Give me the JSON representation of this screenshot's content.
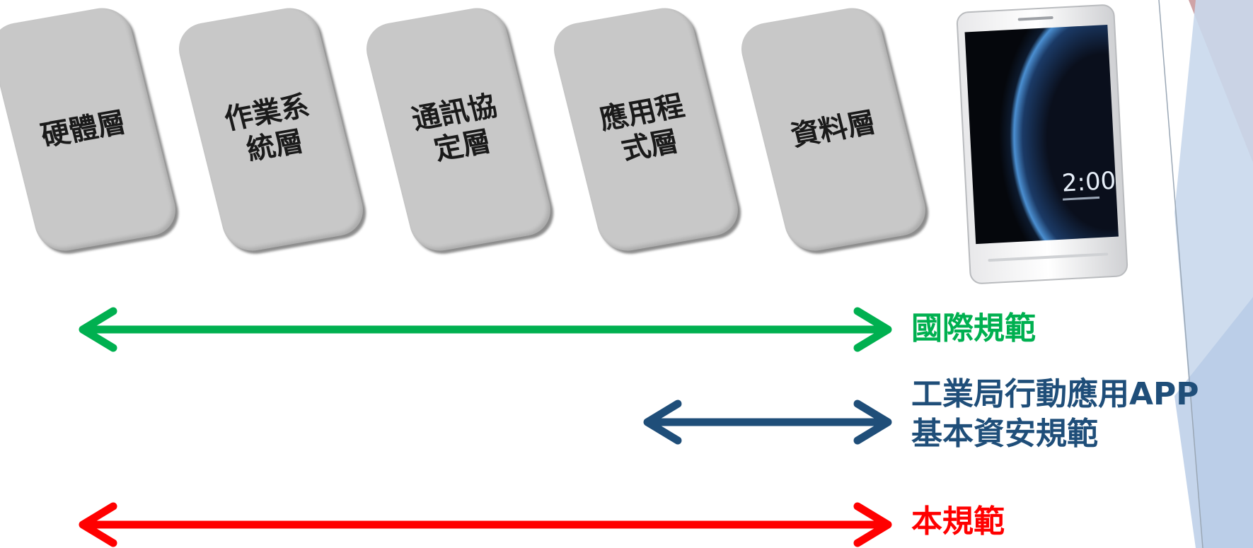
{
  "layers": [
    {
      "label": "硬體層"
    },
    {
      "label": "作業系統層"
    },
    {
      "label": "通訊協定層"
    },
    {
      "label": "應用程式層"
    },
    {
      "label": "資料層"
    }
  ],
  "phone": {
    "clock": "2:00"
  },
  "standards": [
    {
      "label_line1": "國際規範",
      "label_line2": "",
      "color": "#00b050"
    },
    {
      "label_line1": "工業局行動應用APP",
      "label_line2": "基本資安規範",
      "color": "#1f4e79"
    },
    {
      "label_line1": "本規範",
      "label_line2": "",
      "color": "#ff0000"
    }
  ],
  "colors": {
    "card": "#c8c8c8",
    "deco_red": "#c9a0a3",
    "deco_blue": "#b9cde6"
  }
}
